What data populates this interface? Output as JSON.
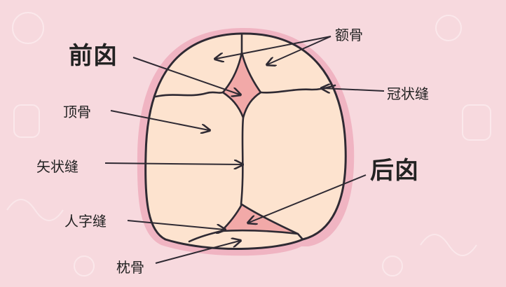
{
  "labels": {
    "anterior_fontanelle": "前囟",
    "frontal_bone": "额骨",
    "coronal_suture": "冠状缝",
    "parietal_bone": "顶骨",
    "sagittal_suture": "矢状缝",
    "posterior_fontanelle": "后囟",
    "lambdoid_suture": "人字缝",
    "occipital_bone": "枕骨"
  },
  "colors": {
    "background": "#f7d9de",
    "skull_fill": "#fde3cf",
    "skull_halo": "#f0b4c2",
    "fontanelle": "#f2a9a8",
    "outline": "#2f2a33",
    "text": "#222222"
  }
}
